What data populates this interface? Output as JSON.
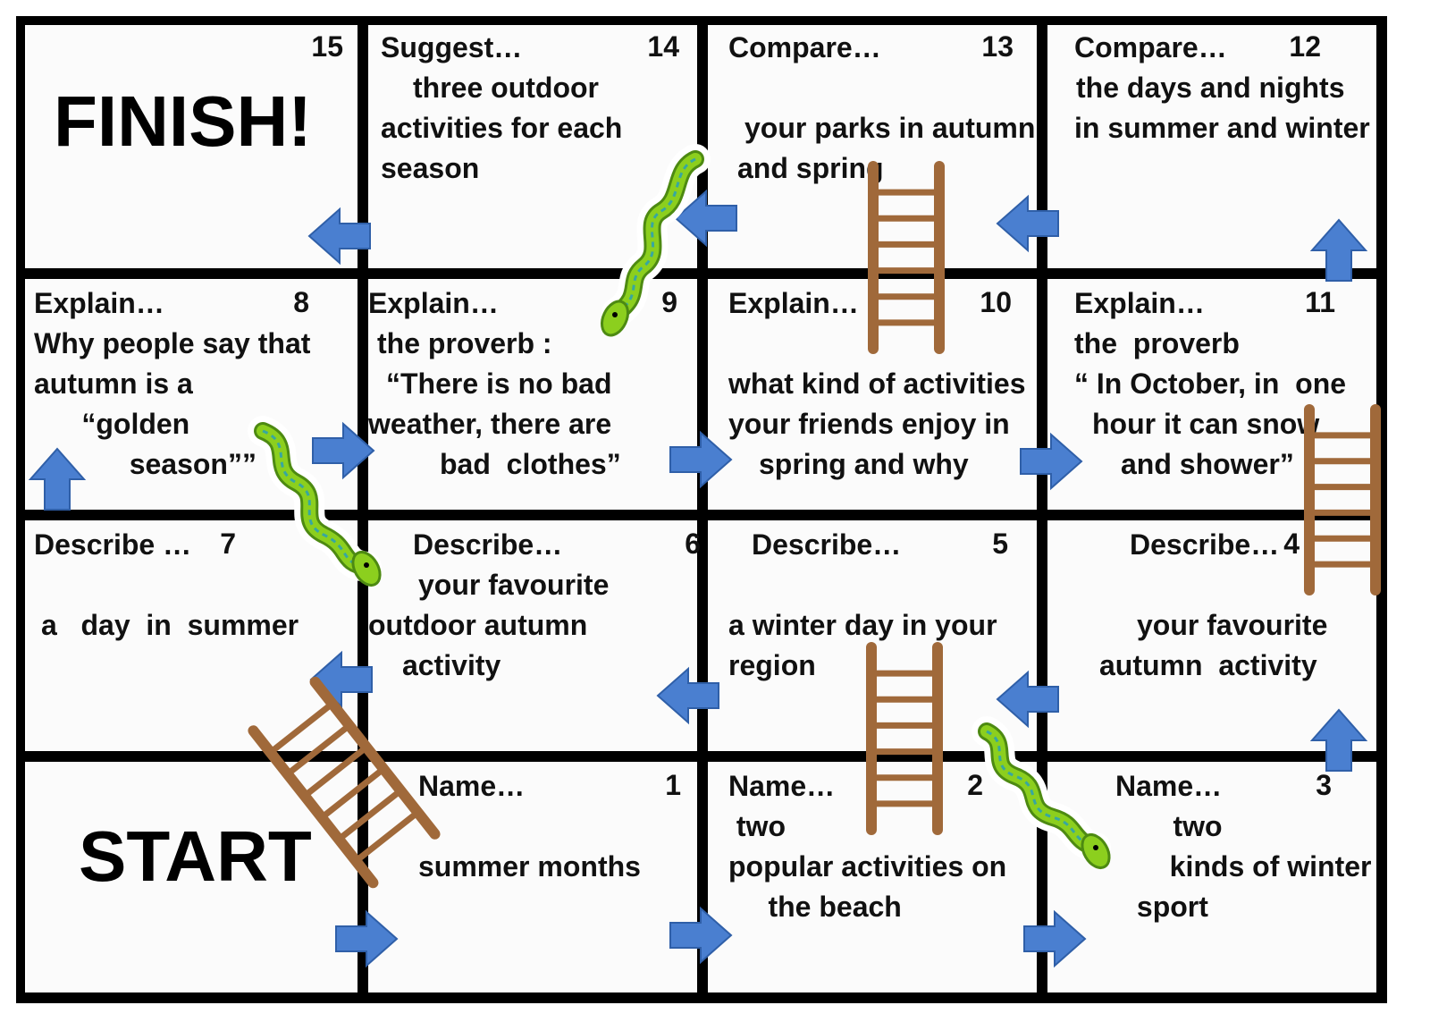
{
  "board": {
    "finish_label": "FINISH!",
    "start_label": "START",
    "squares": [
      {
        "n": "1",
        "lines": [
          "Name…",
          "",
          "summer months"
        ]
      },
      {
        "n": "2",
        "lines": [
          "Name…",
          " two",
          "popular activities on",
          "     the beach"
        ]
      },
      {
        "n": "3",
        "lines": [
          "Name…",
          "     two",
          "   kinds of winter",
          " sport"
        ]
      },
      {
        "n": "4",
        "lines": [
          "Describe…",
          "",
          "your favourite",
          "autumn  activity"
        ]
      },
      {
        "n": "5",
        "lines": [
          "Describe…",
          "",
          "a winter day in your",
          "region"
        ]
      },
      {
        "n": "6",
        "lines": [
          "Describe…",
          "your favourite",
          "outdoor autumn",
          "activity"
        ]
      },
      {
        "n": "7",
        "lines": [
          "Describe …",
          "",
          "a   day  in  summer"
        ]
      },
      {
        "n": "8",
        "lines": [
          "Explain…",
          "Why people say that",
          "autumn is a",
          "      “golden",
          "            season””"
        ]
      },
      {
        "n": "9",
        "lines": [
          "Explain…",
          "the proverb :",
          "“There is no bad",
          "weather, there are",
          "bad  clothes”"
        ]
      },
      {
        "n": "10",
        "lines": [
          "Explain…",
          "",
          "what kind of activities",
          "your friends enjoy in",
          "spring and why"
        ]
      },
      {
        "n": "11",
        "lines": [
          "Explain…",
          "the  proverb",
          "“ In October, in  one",
          "hour it can snow",
          "and shower”"
        ]
      },
      {
        "n": "12",
        "lines": [
          "Compare…",
          "the days and nights",
          "in summer and winter"
        ]
      },
      {
        "n": "13",
        "lines": [
          "Compare…",
          "",
          "your parks in autumn",
          "and spring"
        ]
      },
      {
        "n": "14",
        "lines": [
          "Suggest…",
          "three outdoor",
          "activities for each",
          "season"
        ]
      },
      {
        "n": "15",
        "lines": []
      }
    ]
  },
  "pieces": {
    "arrow_color": "#4a7fd0",
    "arrow_stroke": "#2f5fa8",
    "ladder_color": "#a0693a",
    "snake_color": "#8ccf1e",
    "snake_dark": "#4d8a12",
    "snake_belly": "#37a7a0"
  }
}
